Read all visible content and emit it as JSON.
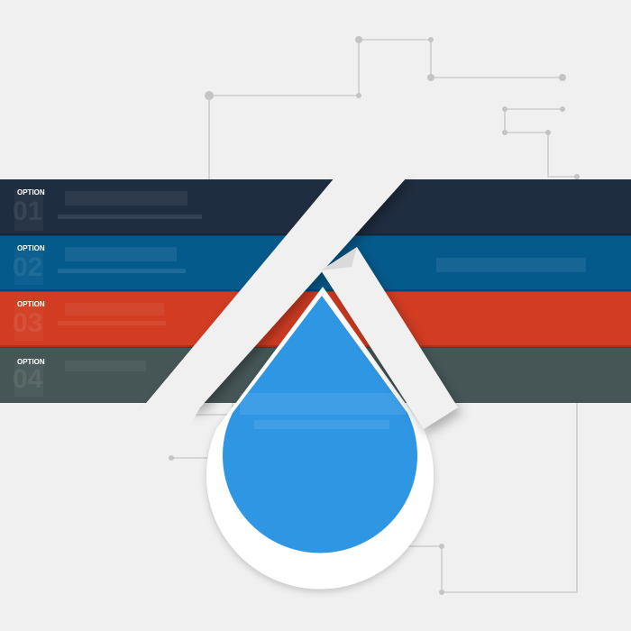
{
  "colors": {
    "background": "#f0f0f0",
    "band_1": "#1f2d40",
    "band_2": "#055a8c",
    "band_3": "#d13c22",
    "band_4": "#465656",
    "drop": "#2f96e4",
    "connector_lines": "#c8c8c8"
  },
  "options": [
    {
      "label": "OPTION",
      "number": "01",
      "color": "#1f2d40"
    },
    {
      "label": "OPTION",
      "number": "02",
      "color": "#055a8c"
    },
    {
      "label": "OPTION",
      "number": "03",
      "color": "#d13c22"
    },
    {
      "label": "OPTION",
      "number": "04",
      "color": "#465656"
    }
  ],
  "icons": {
    "center_shape": "water-drop-icon",
    "letter_shape": "lambda-icon"
  }
}
